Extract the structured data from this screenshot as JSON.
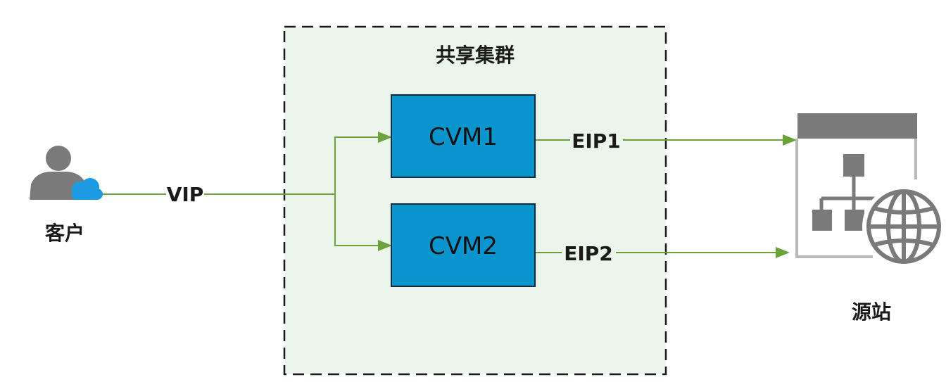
{
  "cluster": {
    "title": "共享集群"
  },
  "client": {
    "label": "客户",
    "icon": "user-cloud-icon"
  },
  "origin": {
    "label": "源站",
    "icon": "sitemap-globe-icon"
  },
  "vip": {
    "label": "VIP"
  },
  "nodes": [
    {
      "name": "CVM1",
      "eip": "EIP1"
    },
    {
      "name": "CVM2",
      "eip": "EIP2"
    }
  ],
  "colors": {
    "cluster_fill": "#ecf5ec",
    "cluster_border": "#1a1a1a",
    "node_fill": "#0a95cf",
    "node_border": "#0b2b40",
    "line": "#6aa33a",
    "icon_gray": "#7a7a7a",
    "icon_cloud": "#1d9be2"
  }
}
